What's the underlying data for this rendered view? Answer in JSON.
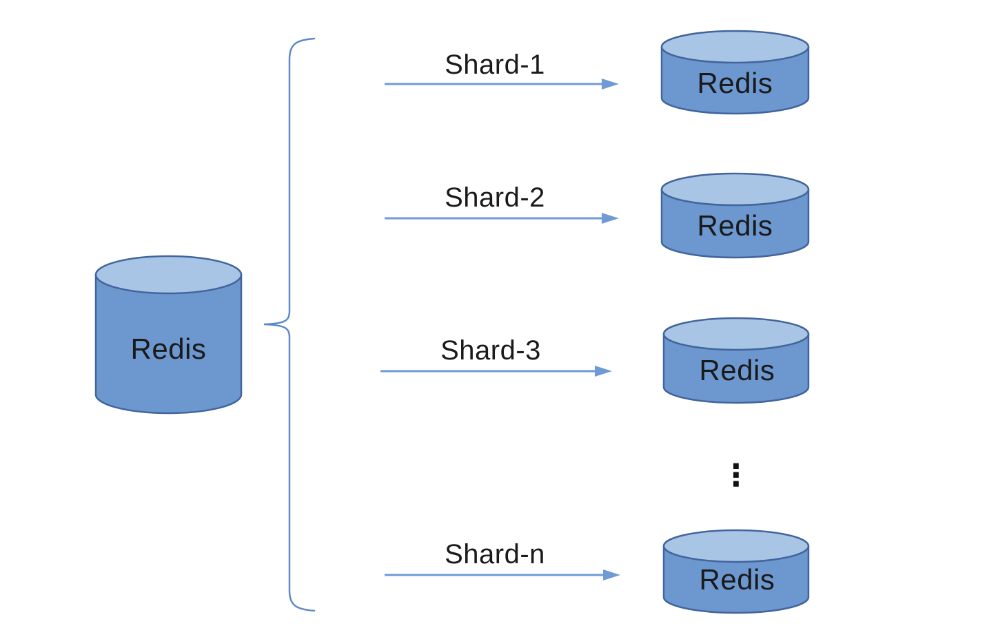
{
  "colors": {
    "cylinder_body": "#6D97CF",
    "cylinder_top": "#A9C5E5",
    "cylinder_stroke": "#41659C",
    "arrow": "#6F9AD6",
    "brace": "#5E89C8",
    "text": "#1A1A1A"
  },
  "diagram": {
    "source": {
      "label": "Redis"
    },
    "shards": [
      {
        "name": "Shard-1",
        "target": {
          "label": "Redis"
        }
      },
      {
        "name": "Shard-2",
        "target": {
          "label": "Redis"
        }
      },
      {
        "name": "Shard-3",
        "target": {
          "label": "Redis"
        }
      },
      {
        "name": "Shard-n",
        "target": {
          "label": "Redis"
        }
      }
    ],
    "ellipsis": "⋮"
  }
}
